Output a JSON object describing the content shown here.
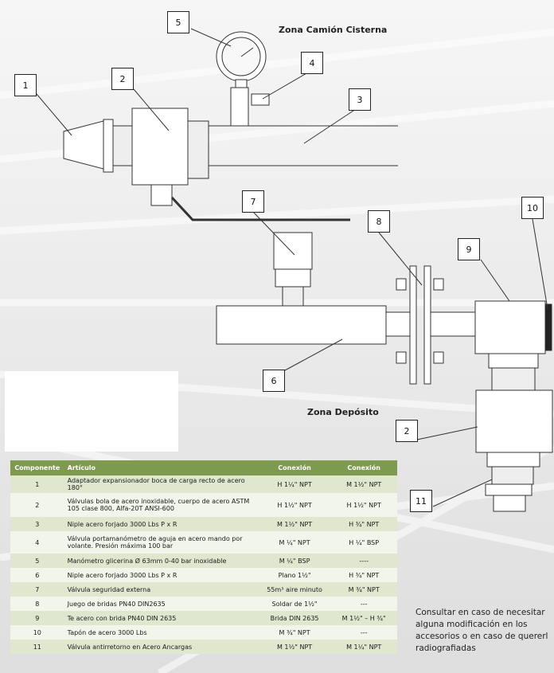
{
  "zones": {
    "truck": "Zona Camión Cisterna",
    "depot": "Zona Depósito"
  },
  "callouts": [
    "1",
    "2",
    "3",
    "4",
    "5",
    "6",
    "7",
    "8",
    "9",
    "10",
    "2",
    "11"
  ],
  "table": {
    "headers": [
      "Componente",
      "Artículo",
      "Conexión",
      "Conexión"
    ],
    "rows": [
      {
        "n": "1",
        "item": "Adaptador expansionador boca de carga recto de acero 180°",
        "c1": "H 1¼\" NPT",
        "c2": "M 1½\" NPT"
      },
      {
        "n": "2",
        "item": "Válvulas bola de acero inoxidable, cuerpo de acero ASTM 105 clase 800, Alfa-20T ANSI-600",
        "c1": "H 1½\" NPT",
        "c2": "H 1½\" NPT"
      },
      {
        "n": "3",
        "item": "Niple acero forjado 3000 Lbs P x R",
        "c1": "M 1½\" NPT",
        "c2": "H ¾\" NPT"
      },
      {
        "n": "4",
        "item": "Válvula portamanómetro de aguja en acero mando por volante. Presión máxima 100 bar",
        "c1": "M ¼\" NPT",
        "c2": "H ¼\" BSP"
      },
      {
        "n": "5",
        "item": "Manómetro glicerina Ø 63mm 0-40 bar inoxidable",
        "c1": "M ¼\" BSP",
        "c2": "----"
      },
      {
        "n": "6",
        "item": "Niple acero forjado 3000 Lbs P x R",
        "c1": "Plano 1½\"",
        "c2": "H ¾\" NPT"
      },
      {
        "n": "7",
        "item": "Válvula seguridad externa",
        "c1": "55m³ aire minuto",
        "c2": "M ¾\" NPT"
      },
      {
        "n": "8",
        "item": "Juego de bridas PN40 DIN2635",
        "c1": "Soldar de 1½\"",
        "c2": "---"
      },
      {
        "n": "9",
        "item": "Te acero con brida PN40 DIN 2635",
        "c1": "Brida DIN 2635",
        "c2": "M 1½\" – H ¾\""
      },
      {
        "n": "10",
        "item": "Tapón de acero 3000 Lbs",
        "c1": "M ¾\" NPT",
        "c2": "---"
      },
      {
        "n": "11",
        "item": "Válvula antirretorno en Acero Ancargas",
        "c1": "M 1½\" NPT",
        "c2": "M 1¼\" NPT"
      }
    ]
  },
  "note": "Consultar en caso de necesitar alguna modificación en los accesorios o en caso de quererl radiografiadas",
  "colors": {
    "header": "#7d9a4e",
    "row_odd": "#dfe8cf",
    "row_even": "#f1f5ea"
  }
}
